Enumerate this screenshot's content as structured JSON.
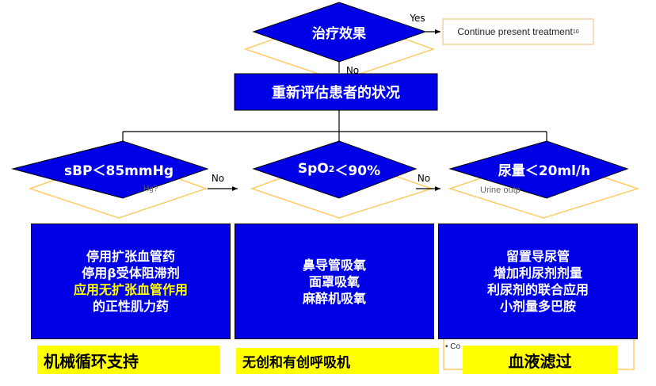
{
  "decision_top": {
    "label": "治疗效果",
    "yes_label": "Yes",
    "no_label": "No"
  },
  "continue_box": {
    "text": "Continue present treatment",
    "superscript": "10"
  },
  "reassess_box": {
    "text": "重新评估患者的状况"
  },
  "decisions": [
    {
      "label_main": "sBP＜85mmHg",
      "no_label": "No",
      "ghost_text": "Hg?"
    },
    {
      "label_main": "SpO",
      "label_sub": "2",
      "label_after": "＜90%",
      "no_label": "No"
    },
    {
      "label_main": "尿量＜20ml/h",
      "ghost_text": "Urine outp"
    }
  ],
  "action_boxes": [
    {
      "lines": [
        "停用扩张血管药",
        "停用β受体阻滞剂"
      ],
      "highlight_lines": [
        "应用无扩张血管作用",
        "的正性肌力药"
      ]
    },
    {
      "lines": [
        "鼻导管吸氧",
        "面罩吸氧",
        "麻醉机吸氧"
      ],
      "highlight_lines": []
    },
    {
      "lines": [
        "留置导尿管",
        "增加利尿剂剂量",
        "利尿剂的联合应用",
        "小剂量多巴胺"
      ],
      "highlight_lines": []
    }
  ],
  "support_bars": [
    {
      "text": "机械循环支持"
    },
    {
      "text": "无创和有创呼吸机"
    },
    {
      "text": "血液滤过",
      "ghost_text": "• Co"
    }
  ],
  "colors": {
    "fill_blue": "#0000e6",
    "highlight_yellow": "#ffff00",
    "ghost_line": "#ffcc66"
  }
}
